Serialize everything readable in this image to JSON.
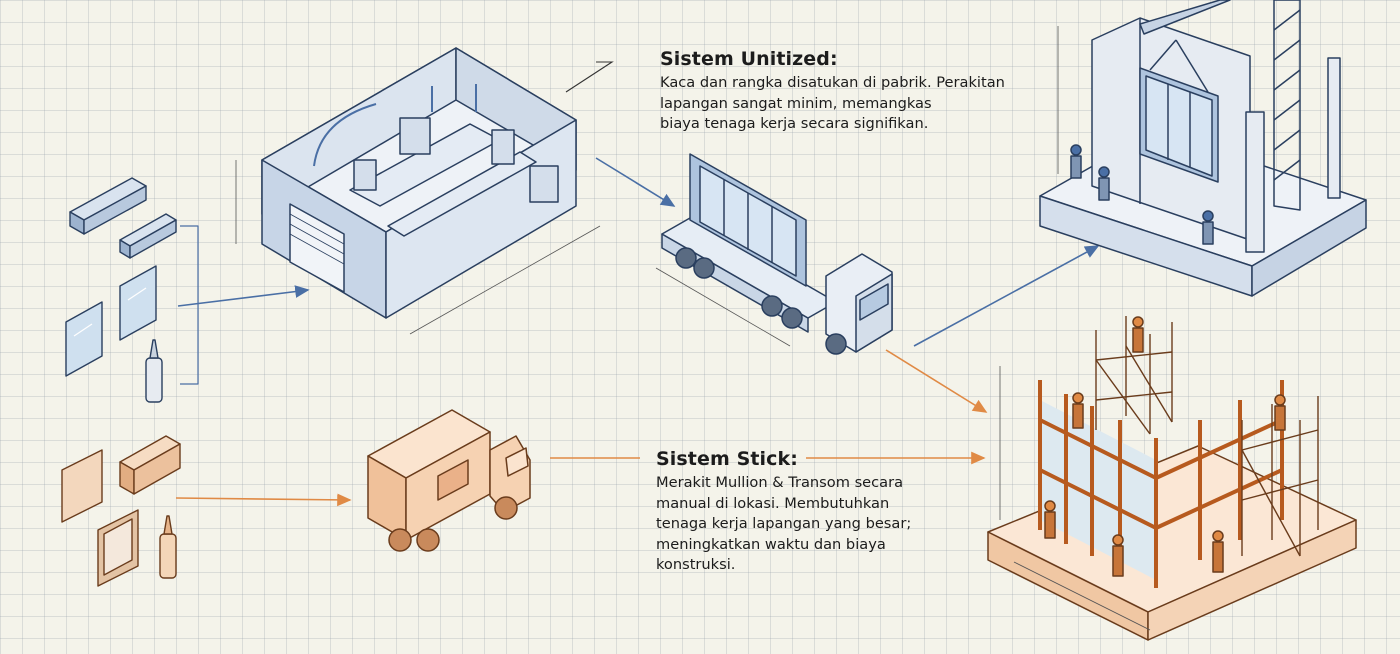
{
  "unitized": {
    "title": "Sistem Unitized:",
    "body": "Kaca dan rangka disatukan di pabrik. Perakitan\nlapangan sangat minim, memangkas\nbiaya tenaga kerja secara signifikan."
  },
  "stick": {
    "title": "Sistem Stick:",
    "body": "Merakit Mullion & Transom secara\nmanual di lokasi. Membutuhkan\ntenaga kerja lapangan yang besar;\nmeningkatkan waktu dan biaya\nkonstruksi."
  },
  "colors": {
    "background": "#f4f3ea",
    "unitized_accent": "#4a6fa5",
    "stick_accent": "#e08a45",
    "ink": "#1c1c1c"
  }
}
